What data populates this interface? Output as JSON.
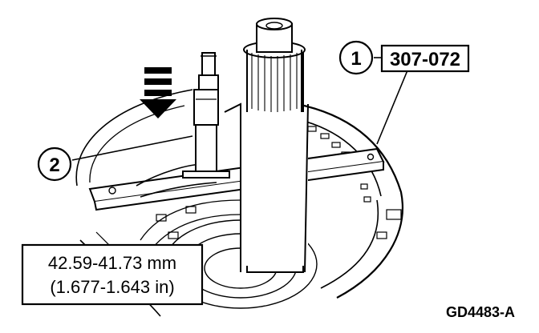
{
  "callouts": [
    {
      "number": "1",
      "tool_code": "307-072"
    },
    {
      "number": "2"
    }
  ],
  "measurement": {
    "metric": "42.59-41.73 mm",
    "imperial": "(1.677-1.643 in)"
  },
  "figure_id": "GD4483-A"
}
